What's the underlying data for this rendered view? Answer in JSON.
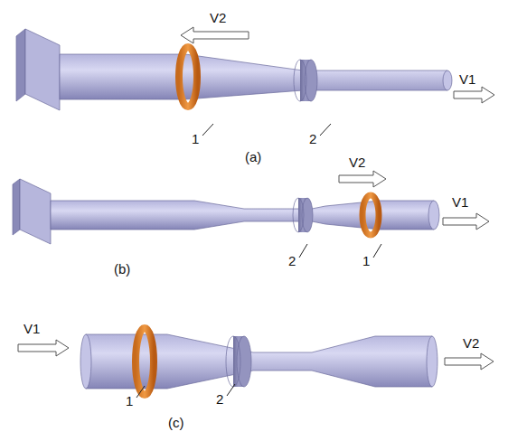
{
  "diagram": {
    "labels": [
      "V2",
      "V1",
      "1",
      "2",
      "(a)",
      "V2",
      "V1",
      "2",
      "1",
      "(b)",
      "V1",
      "1",
      "2",
      "V2",
      "(c)"
    ]
  }
}
